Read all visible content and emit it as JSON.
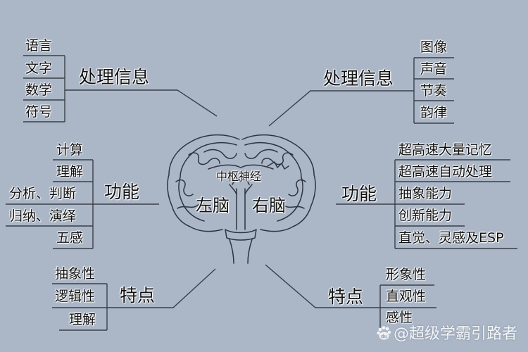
{
  "colors": {
    "background": "#abb7c7",
    "line": "#3a3f48",
    "text": "#111111",
    "watermark": "#f3f5f8"
  },
  "center": {
    "top_label": "中枢神经",
    "left_label": "左脑",
    "right_label": "右脑"
  },
  "left": {
    "processing": {
      "title": "处理信息",
      "items": [
        "语言",
        "文字",
        "数学",
        "符号"
      ]
    },
    "function": {
      "title": "功能",
      "items": [
        "计算",
        "理解",
        "分析、判断",
        "归纳、演绎",
        "五感"
      ]
    },
    "traits": {
      "title": "特点",
      "items": [
        "抽象性",
        "逻辑性",
        "理解"
      ]
    }
  },
  "right": {
    "processing": {
      "title": "处理信息",
      "items": [
        "图像",
        "声音",
        "节奏",
        "韵律"
      ]
    },
    "function": {
      "title": "功能",
      "items": [
        "超高速大量记忆",
        "超高速自动处理",
        "抽象能力",
        "创新能力",
        "直觉、灵感及ESP"
      ]
    },
    "traits": {
      "title": "特点",
      "items": [
        "形象性",
        "直观性",
        "感性"
      ]
    }
  },
  "watermark": {
    "icon": "baidu-paw-icon",
    "text": "@超级学霸引路者"
  }
}
